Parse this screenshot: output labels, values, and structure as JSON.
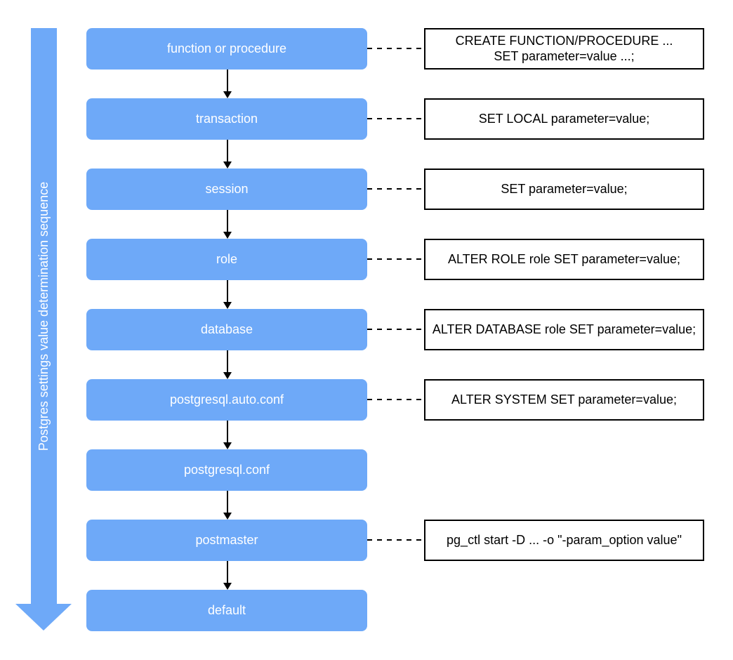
{
  "diagram": {
    "title": "Postgres settings value determination sequence",
    "colors": {
      "node_fill": "#6EA9F8",
      "node_text": "#FFFFFF",
      "line": "#000000",
      "annotation_bg": "#FFFFFF",
      "annotation_border": "#000000",
      "background": "#FFFFFF"
    },
    "rows": [
      {
        "label": "function or procedure",
        "annotation_lines": [
          "CREATE FUNCTION/PROCEDURE ...",
          "SET parameter=value ...;"
        ]
      },
      {
        "label": "transaction",
        "annotation_lines": [
          "SET LOCAL parameter=value;"
        ]
      },
      {
        "label": "session",
        "annotation_lines": [
          "SET parameter=value;"
        ]
      },
      {
        "label": "role",
        "annotation_lines": [
          "ALTER ROLE role SET parameter=value;"
        ]
      },
      {
        "label": "database",
        "annotation_lines": [
          "ALTER DATABASE role SET parameter=value;"
        ]
      },
      {
        "label": "postgresql.auto.conf",
        "annotation_lines": [
          "ALTER SYSTEM SET parameter=value;"
        ]
      },
      {
        "label": "postgresql.conf",
        "annotation_lines": []
      },
      {
        "label": "postmaster",
        "annotation_lines": [
          "pg_ctl start -D ... -o \"-param_option value\""
        ]
      },
      {
        "label": "default",
        "annotation_lines": []
      }
    ]
  }
}
